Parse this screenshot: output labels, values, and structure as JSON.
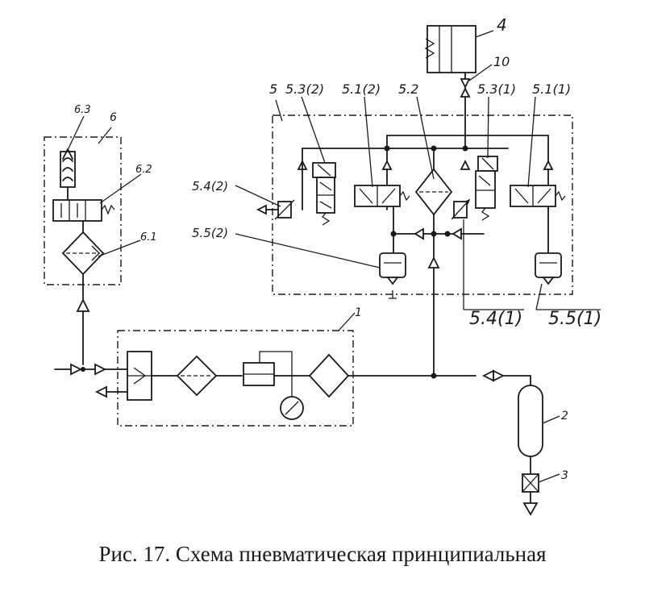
{
  "labels": {
    "l1": "1",
    "l2": "2",
    "l3": "3",
    "l4": "4",
    "l5": "5",
    "l6": "6",
    "l10": "10",
    "l51_1": "5.1(1)",
    "l51_2": "5.1(2)",
    "l52": "5.2",
    "l53_1": "5.3(1)",
    "l53_2": "5.3(2)",
    "l54_1": "5.4(1)",
    "l54_2": "5.4(2)",
    "l55_1": "5.5(1)",
    "l55_2": "5.5(2)",
    "l61": "6.1",
    "l62": "6.2",
    "l63": "6.3"
  },
  "caption": "Рис. 17. Схема пневматическая принципиальная"
}
